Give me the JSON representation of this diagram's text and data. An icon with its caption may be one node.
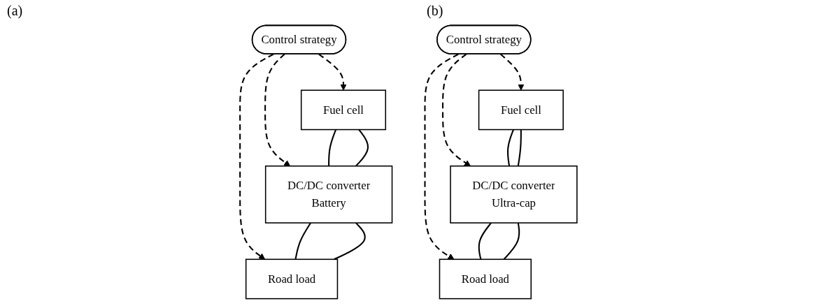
{
  "diagram": {
    "nodes": [
      {
        "text": [
          "Control strategy"
        ]
      },
      {
        "text": [
          "Fuel cell"
        ]
      },
      {
        "text": [
          "DC/DC converter",
          "Battery"
        ]
      },
      {
        "text": [
          "Road load"
        ]
      },
      {
        "text": [
          "Control strategy"
        ]
      },
      {
        "text": [
          "Fuel cell"
        ]
      },
      {
        "text": [
          "DC/DC converter",
          "Ultra-cap"
        ]
      },
      {
        "text": [
          "Road load"
        ]
      }
    ],
    "edges": [
      {
        "from": 0,
        "to": 1,
        "arrow": "to",
        "style": "dashed"
      },
      {
        "from": 0,
        "to": 2,
        "arrow": "to",
        "style": "dashed"
      },
      {
        "from": 0,
        "to": 3,
        "arrow": "to",
        "style": "dashed"
      },
      {
        "from": 1,
        "to": 2,
        "arrow": "none"
      },
      {
        "from": 2,
        "to": 3,
        "arrow": "none"
      },
      {
        "from": 1,
        "to": 2,
        "arrow": "none"
      },
      {
        "from": 2,
        "to": 3,
        "arrow": "none"
      },
      {
        "from": 4,
        "to": 5,
        "arrow": "to",
        "style": "dashed"
      },
      {
        "from": 4,
        "to": 6,
        "arrow": "to",
        "style": "dashed"
      },
      {
        "from": 4,
        "to": 7,
        "arrow": "to",
        "style": "dashed"
      },
      {
        "from": 5,
        "to": 6,
        "arrow": "none"
      },
      {
        "from": 6,
        "to": 7,
        "arrow": "none"
      },
      {
        "from": 5,
        "to": 6,
        "arrow": "none"
      },
      {
        "from": 6,
        "to": 7,
        "arrow": "none"
      }
    ],
    "labels": [
      "(a)",
      "(b)"
    ]
  }
}
